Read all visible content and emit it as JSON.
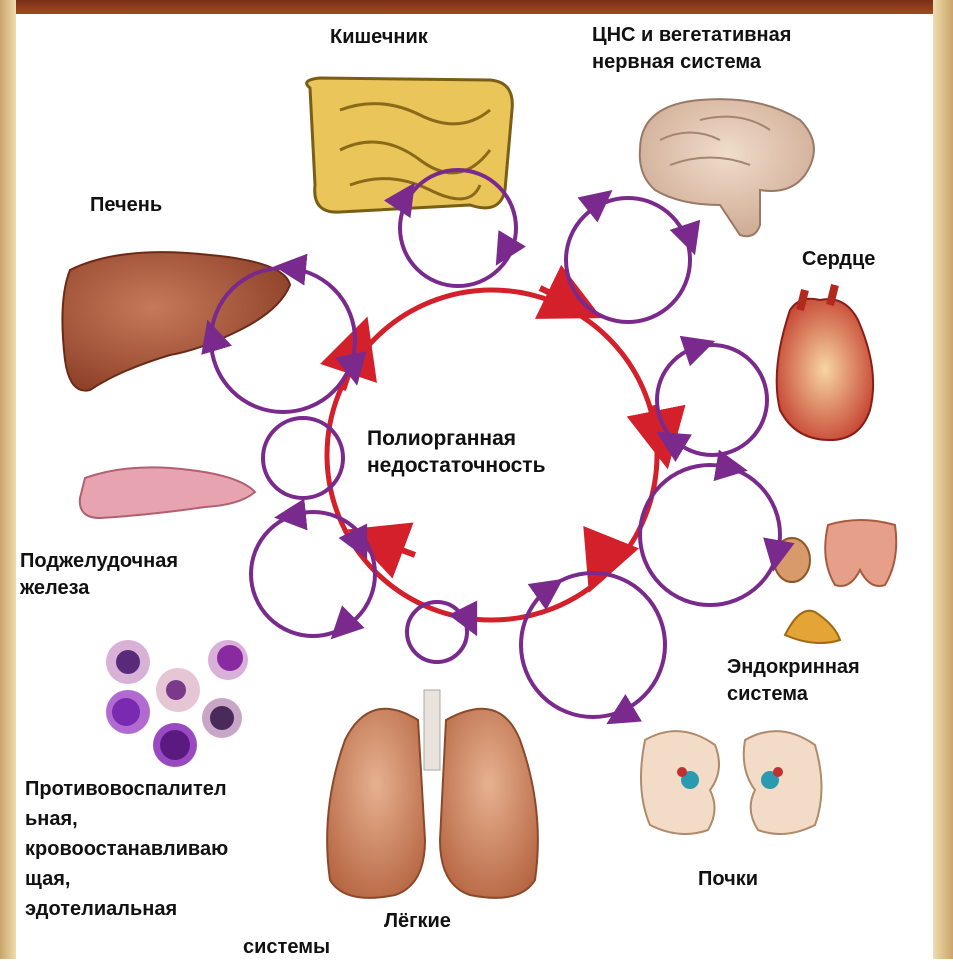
{
  "colors": {
    "frame_brown": "#8a3a1e",
    "frame_gold": "#e4c48a",
    "red_loop": "#d4202a",
    "purple_loop": "#7a2a8c"
  },
  "center": {
    "line1": "Полиорганная",
    "line2": "недостаточность"
  },
  "labels": {
    "intestine": "Кишечник",
    "cns_line1": "ЦНС и вегетативная",
    "cns_line2": "нервная система",
    "liver": "Печень",
    "heart": "Сердце",
    "pancreas_line1": "Поджелудочная",
    "pancreas_line2": "железа",
    "endocrine_line1": "Эндокринная",
    "endocrine_line2": "система",
    "immune_line1": "Противовоспалител",
    "immune_line2": "ьная,",
    "immune_line3": "кровоостанавливаю",
    "immune_line4": "щая,",
    "immune_line5": "эдотелиальная",
    "immune_line6": "системы",
    "kidneys": "Почки",
    "lungs": "Лёгкие"
  },
  "icons": [
    "intestine-illustration",
    "brain-illustration",
    "liver-illustration",
    "heart-illustration",
    "pancreas-illustration",
    "thyroid-illustration",
    "blood-cells-illustration",
    "lungs-illustration",
    "kidneys-illustration"
  ]
}
